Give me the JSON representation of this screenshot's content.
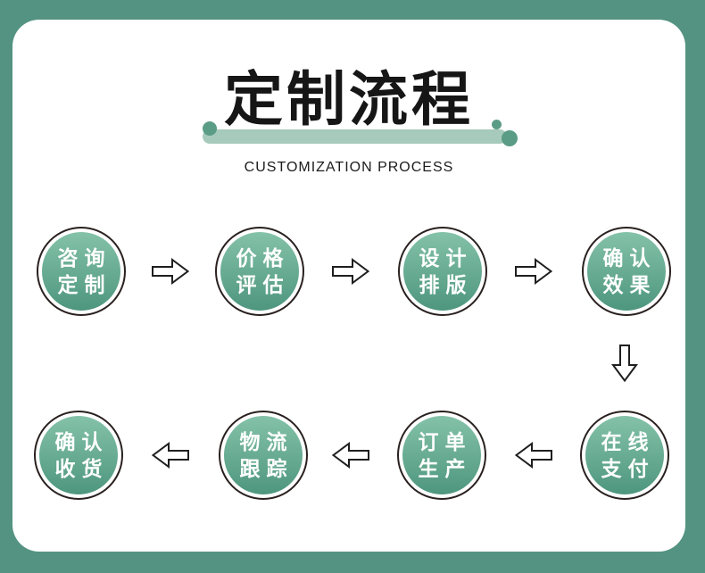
{
  "page": {
    "background_color": "#549382",
    "card_background": "#ffffff"
  },
  "header": {
    "title": "定制流程",
    "subtitle": "CUSTOMIZATION PROCESS",
    "accent_bar_color": "#a6cabb",
    "accent_dot_color": "#5b9c86"
  },
  "flow": {
    "circle_gradient_top": "#84c2a9",
    "circle_gradient_bottom": "#4e967e",
    "circle_ring_color": "#29211f",
    "arrow_outline_color": "#1f1f1f",
    "rows": [
      {
        "direction": "right",
        "steps": [
          {
            "line1": "咨询",
            "line2": "定制"
          },
          {
            "line1": "价格",
            "line2": "评估"
          },
          {
            "line1": "设计",
            "line2": "排版"
          },
          {
            "line1": "确认",
            "line2": "效果"
          }
        ]
      },
      {
        "direction": "left",
        "steps": [
          {
            "line1": "确认",
            "line2": "收货"
          },
          {
            "line1": "物流",
            "line2": "跟踪"
          },
          {
            "line1": "订单",
            "line2": "生产"
          },
          {
            "line1": "在线",
            "line2": "支付"
          }
        ]
      }
    ]
  },
  "icons": {
    "right_arrow": "arrow-right-icon",
    "left_arrow": "arrow-left-icon",
    "down_arrow": "arrow-down-icon"
  }
}
